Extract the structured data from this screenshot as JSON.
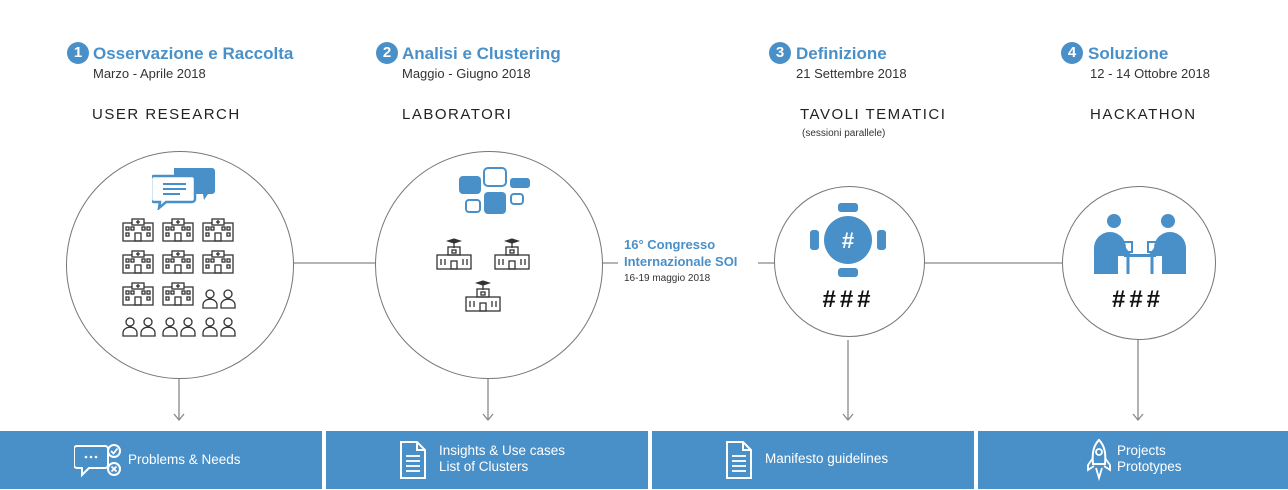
{
  "phases": [
    {
      "number": "1",
      "title": "Osservazione e Raccolta",
      "date": "Marzo - Aprile 2018",
      "label": "USER RESEARCH",
      "sublabel": ""
    },
    {
      "number": "2",
      "title": "Analisi e Clustering",
      "date": "Maggio - Giugno 2018",
      "label": "LABORATORI",
      "sublabel": ""
    },
    {
      "number": "3",
      "title": "Definizione",
      "date": "21 Settembre 2018",
      "label": "TAVOLI TEMATICI",
      "sublabel": "(sessioni parallele)",
      "circle_text": "###"
    },
    {
      "number": "4",
      "title": "Soluzione",
      "date": "12 - 14 Ottobre 2018",
      "label": "HACKATHON",
      "sublabel": "",
      "circle_text": "###"
    }
  ],
  "congress": {
    "line1": "16° Congresso",
    "line2": "Internazionale SOI",
    "date": "16-19 maggio 2018"
  },
  "outputs": [
    {
      "line1": "Problems & Needs",
      "line2": "",
      "icon": "chat-check-icon"
    },
    {
      "line1": "Insights & Use cases",
      "line2": "List of Clusters",
      "icon": "document-icon"
    },
    {
      "line1": "Manifesto guidelines",
      "line2": "",
      "icon": "document-icon"
    },
    {
      "line1": "Projects",
      "line2": "Prototypes",
      "icon": "rocket-icon"
    }
  ],
  "colors": {
    "accent": "#4a90c8",
    "line": "#777777",
    "text": "#333333"
  }
}
